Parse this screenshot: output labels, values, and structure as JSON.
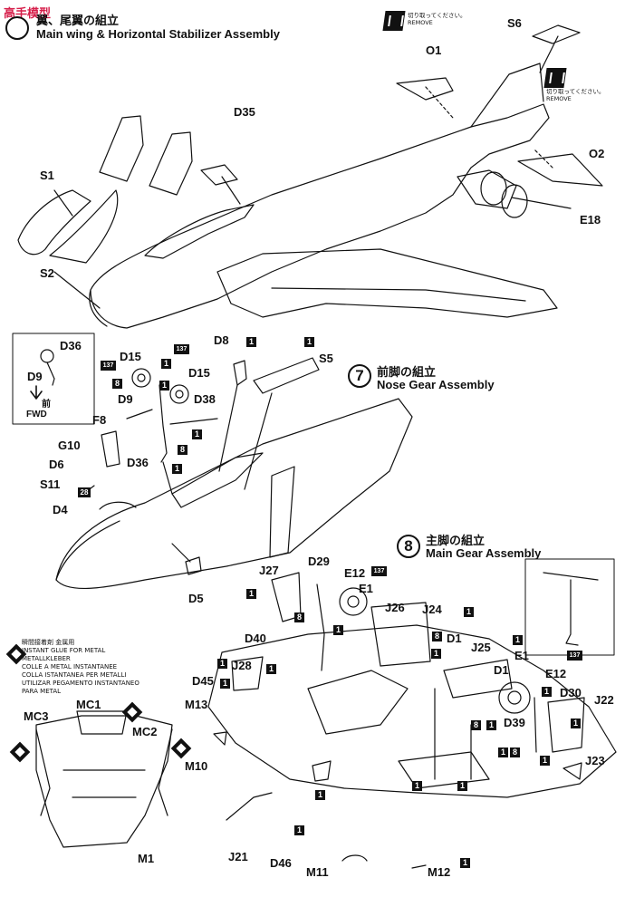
{
  "watermark": "高手模型",
  "step6": {
    "title_jp": "翼、尾翼の組立",
    "title_en": "Main wing & Horizontal Stabilizer Assembly"
  },
  "remove_notes": [
    {
      "jp": "切り取ってください。",
      "en": "REMOVE"
    },
    {
      "jp": "切り取ってください。",
      "en": "REMOVE"
    }
  ],
  "step7": {
    "number": "7",
    "title_jp": "前脚の組立",
    "title_en": "Nose Gear Assembly"
  },
  "step8": {
    "number": "8",
    "title_jp": "主脚の組立",
    "title_en": "Main Gear Assembly"
  },
  "fwd": {
    "jp": "前",
    "en": "FWD"
  },
  "glue_note": {
    "lines": [
      "瞬間接着剤 金属用",
      "INSTANT GLUE FOR METAL",
      "METALLKLEBER",
      "COLLE A METAL INSTANTANEE",
      "COLLA ISTANTANEA PER METALLI",
      "UTILIZAR PEGAMENTO INSTANTANEO",
      "PARA METAL"
    ]
  },
  "parts": {
    "S6": "S6",
    "O1": "O1",
    "O2": "O2",
    "D35": "D35",
    "S1": "S1",
    "S2": "S2",
    "E18": "E18",
    "D36_inset": "D36",
    "D9_inset": "D9",
    "D8": "D8",
    "S5": "S5",
    "D15_a": "D15",
    "D15_b": "D15",
    "D9": "D9",
    "D38": "D38",
    "F8": "F8",
    "G10": "G10",
    "D6": "D6",
    "D36": "D36",
    "S11": "S11",
    "D4": "D4",
    "D5": "D5",
    "J27": "J27",
    "D29": "D29",
    "E12_a": "E12",
    "E1_a": "E1",
    "J26": "J26",
    "J24": "J24",
    "D1_a": "D1",
    "D40": "D40",
    "J25": "J25",
    "E1_b": "E1",
    "D1_b": "D1",
    "E12_b": "E12",
    "D30": "D30",
    "J22": "J22",
    "J28": "J28",
    "D45": "D45",
    "M13": "M13",
    "D39": "D39",
    "J23": "J23",
    "M10": "M10",
    "MC1": "MC1",
    "MC3": "MC3",
    "MC2": "MC2",
    "M1": "M1",
    "J21": "J21",
    "D46": "D46",
    "M11": "M11",
    "M12": "M12"
  },
  "badges": {
    "b137_1": "137",
    "b1_1": "1",
    "b8_1": "8",
    "b137_2": "137",
    "b1_2": "1",
    "b1_d38": "1",
    "b8_2": "8",
    "b1_3": "1",
    "b1_d8": "1",
    "b1_s5": "1",
    "b28": "28",
    "b137_3": "137",
    "b1_e1": "1",
    "b1_j27": "1",
    "b8_d40": "8",
    "b1_d40": "1",
    "b1_j24": "1",
    "b8_d1": "8",
    "b1_d1": "1",
    "b1_j28": "1",
    "b1_d45": "1",
    "b1_j25": "1",
    "b137_4": "137",
    "b1_e12": "1",
    "b8_d39": "8",
    "b1_d39": "1",
    "b1_s8": "1",
    "b8_s8": "8",
    "b1_j23": "1",
    "b1_j22": "1",
    "b1_d46": "1",
    "b1_m11": "1",
    "b1_low1": "1",
    "b1_low2": "1",
    "b1_low3": "1"
  }
}
